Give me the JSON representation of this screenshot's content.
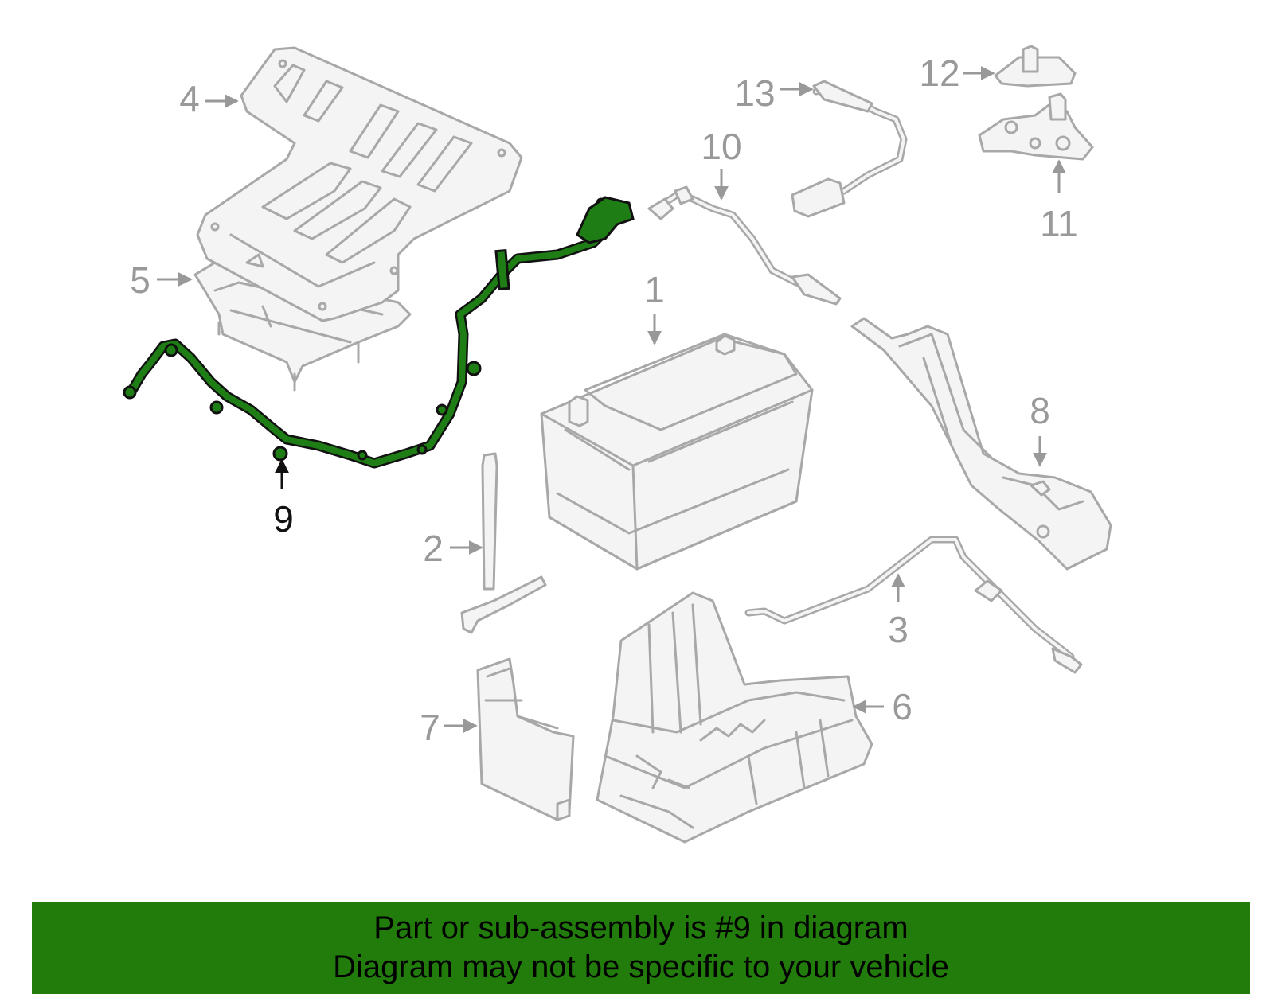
{
  "diagram": {
    "highlight_color": "#1e7d15",
    "part_color": "#a8a8a8",
    "callout_color": "#999999",
    "highlighted_part": "9",
    "callouts": [
      {
        "id": "c1",
        "label": "1"
      },
      {
        "id": "c2",
        "label": "2"
      },
      {
        "id": "c3",
        "label": "3"
      },
      {
        "id": "c4",
        "label": "4"
      },
      {
        "id": "c5",
        "label": "5"
      },
      {
        "id": "c6",
        "label": "6"
      },
      {
        "id": "c7",
        "label": "7"
      },
      {
        "id": "c8",
        "label": "8"
      },
      {
        "id": "c9",
        "label": "9"
      },
      {
        "id": "c10",
        "label": "10"
      },
      {
        "id": "c11",
        "label": "11"
      },
      {
        "id": "c12",
        "label": "12"
      },
      {
        "id": "c13",
        "label": "13"
      }
    ]
  },
  "banner": {
    "background": "#227c0c",
    "line1": "Part or sub-assembly is #9 in diagram",
    "line2": "Diagram may not be specific to your vehicle"
  }
}
